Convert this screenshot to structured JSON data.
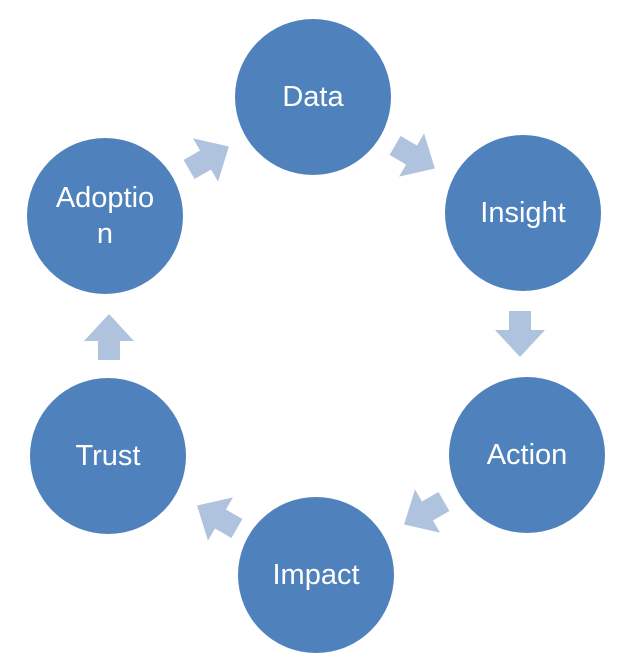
{
  "diagram": {
    "type": "cycle",
    "direction": "clockwise",
    "steps": [
      {
        "label": "Data",
        "display": "Data"
      },
      {
        "label": "Insight",
        "display": "Insight"
      },
      {
        "label": "Action",
        "display": "Action"
      },
      {
        "label": "Impact",
        "display": "Impact"
      },
      {
        "label": "Trust",
        "display": "Trust"
      },
      {
        "label": "Adoption",
        "display": "Adoptio\nn"
      }
    ],
    "arrows": [
      {
        "from": "Adoption",
        "to": "Data"
      },
      {
        "from": "Data",
        "to": "Insight"
      },
      {
        "from": "Insight",
        "to": "Action"
      },
      {
        "from": "Action",
        "to": "Impact"
      },
      {
        "from": "Impact",
        "to": "Trust"
      },
      {
        "from": "Trust",
        "to": "Adoption"
      }
    ],
    "colors": {
      "node_fill": "#4f81bd",
      "arrow_fill": "#b0c3de",
      "label_text": "#ffffff",
      "background": "#ffffff"
    }
  }
}
